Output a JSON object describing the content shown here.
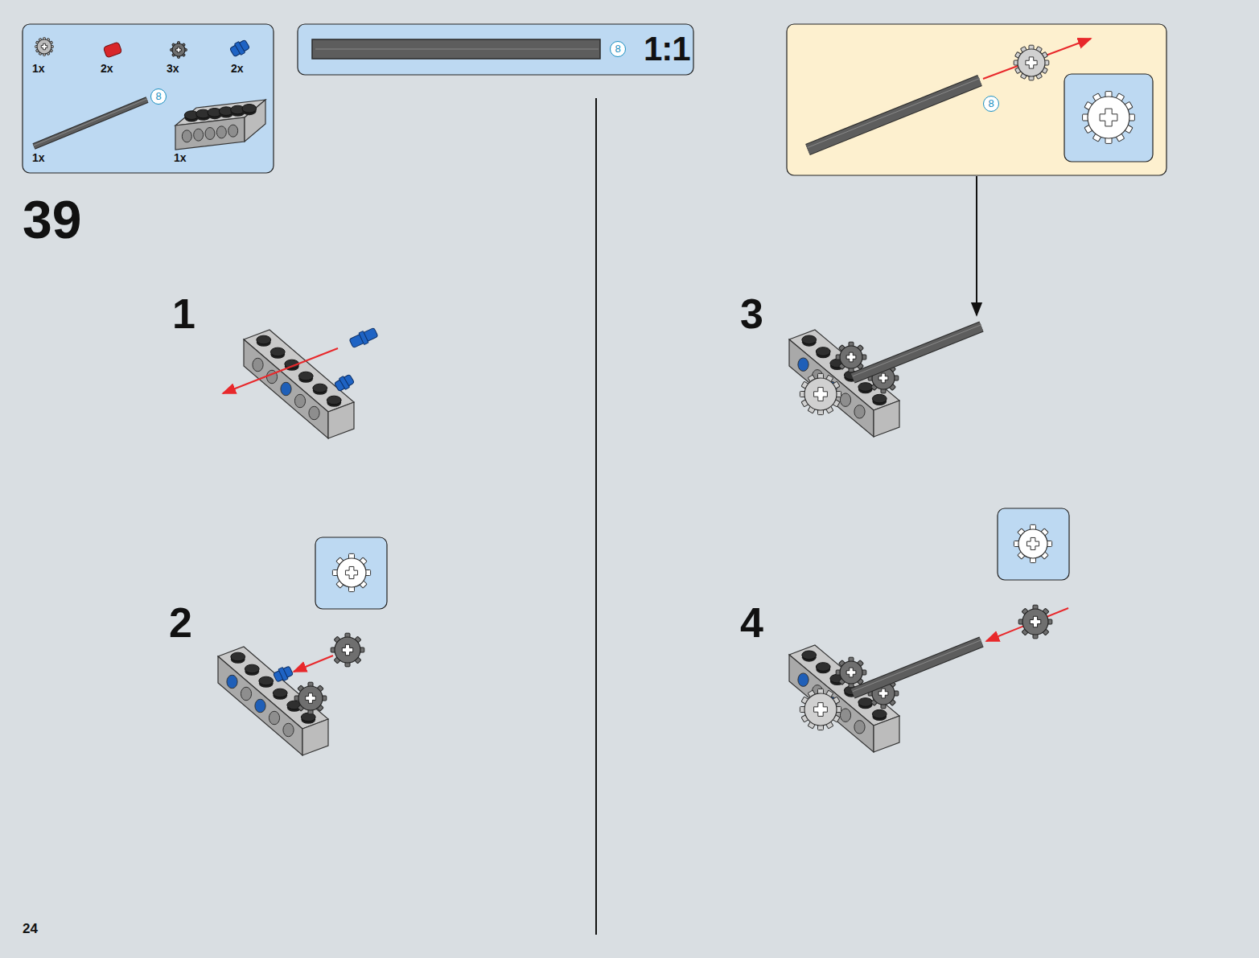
{
  "diagram": {
    "nodes": [
      {
        "text": [
          "1x",
          "2x",
          "3x",
          "2x",
          "8",
          "1x",
          "1x"
        ]
      },
      {
        "text": [
          "8",
          "1:1"
        ]
      },
      {
        "text": [
          "8"
        ]
      }
    ],
    "labels": [
      "39",
      "1",
      "2",
      "3",
      "4",
      "24"
    ]
  }
}
